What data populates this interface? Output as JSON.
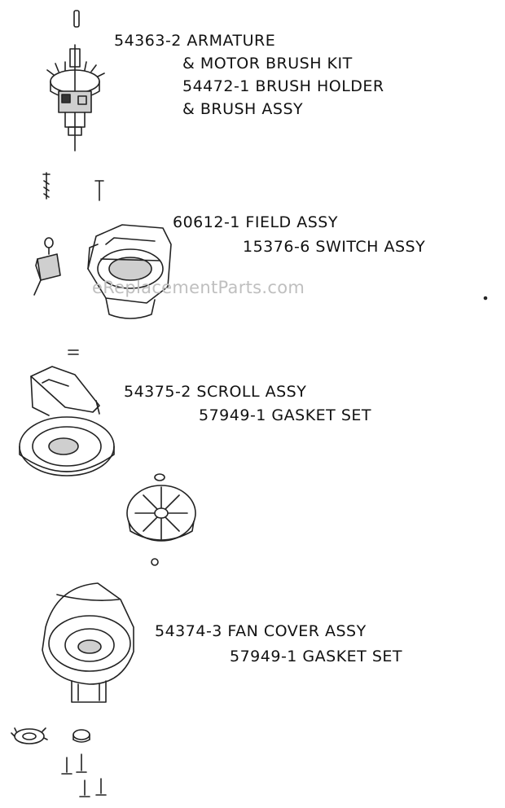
{
  "watermark": "eReplacementParts.com",
  "parts": [
    {
      "number": "54363-2",
      "name": "ARMATURE"
    },
    {
      "number": "",
      "name": "& MOTOR BRUSH KIT"
    },
    {
      "number": "54472-1",
      "name": "BRUSH HOLDER"
    },
    {
      "number": "",
      "name": "& BRUSH ASSY"
    },
    {
      "number": "60612-1",
      "name": "FIELD ASSY"
    },
    {
      "number": "15376-6",
      "name": "SWITCH ASSY"
    },
    {
      "number": "54375-2",
      "name": "SCROLL ASSY"
    },
    {
      "number": "57949-1",
      "name": "GASKET SET"
    },
    {
      "number": "54374-3",
      "name": "FAN COVER ASSY"
    },
    {
      "number": "57949-1",
      "name": "GASKET SET"
    }
  ],
  "labels": {
    "l0": "54363-2 ARMATURE",
    "l1": "& MOTOR BRUSH KIT",
    "l2": "54472-1 BRUSH HOLDER",
    "l3": "& BRUSH ASSY",
    "l4": "60612-1 FIELD ASSY",
    "l5": "15376-6 SWITCH ASSY",
    "l6": "54375-2 SCROLL ASSY",
    "l7": "57949-1 GASKET SET",
    "l8": "54374-3 FAN COVER ASSY",
    "l9": "57949-1 GASKET SET"
  }
}
